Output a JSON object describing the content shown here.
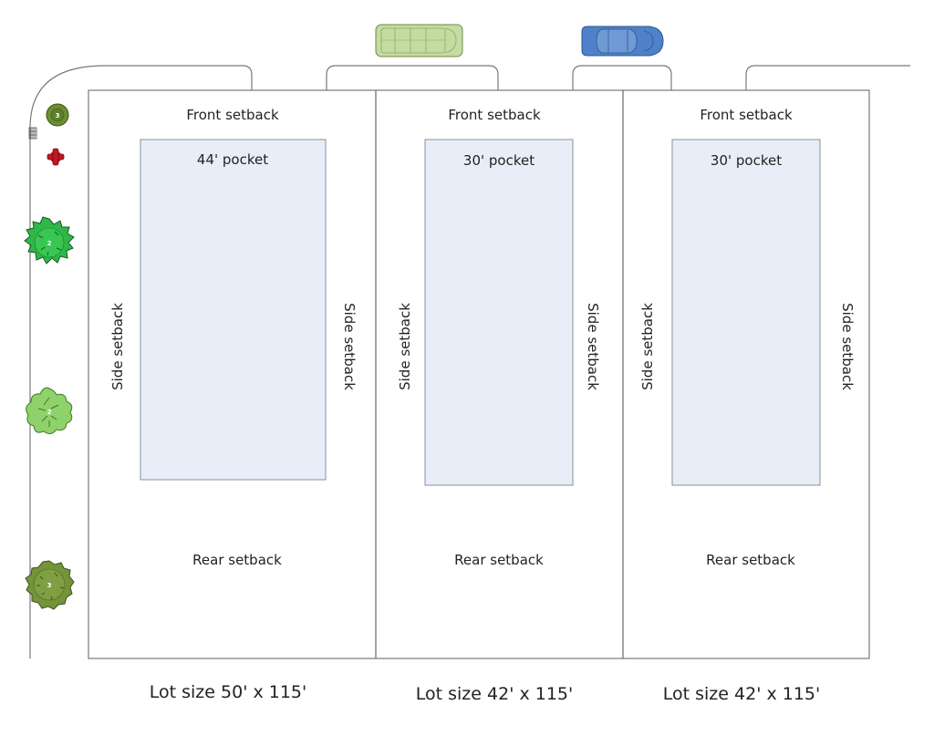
{
  "colors": {
    "lot_stroke": "#7a7a7a",
    "pocket_fill": "#e8eef8",
    "pocket_stroke": "#8a8f9a",
    "curb_stroke": "#7a7a7a",
    "van_body": "#c5dca0",
    "van_stroke": "#6f8a4a",
    "car_body": "#4f81c9",
    "car_stroke": "#2f5590",
    "hydrant": "#c0191f",
    "tree_small": "#6a8f32",
    "tree_bright": "#2fb74a",
    "tree_light": "#8fd16b",
    "tree_olive": "#74933a"
  },
  "lots": [
    {
      "front_label": "Front setback",
      "rear_label": "Rear setback",
      "left_side_label": "Side setback",
      "right_side_label": "Side setback",
      "pocket_label": "44' pocket",
      "size_label": "Lot size 50' x 115'"
    },
    {
      "front_label": "Front setback",
      "rear_label": "Rear setback",
      "left_side_label": "Side setback",
      "right_side_label": "Side setback",
      "pocket_label": "30' pocket",
      "size_label": "Lot size 42' x 115'"
    },
    {
      "front_label": "Front setback",
      "rear_label": "Rear setback",
      "left_side_label": "Side setback",
      "right_side_label": "Side setback",
      "pocket_label": "30' pocket",
      "size_label": "Lot size 42' x 115'"
    }
  ],
  "vehicles": [
    {
      "kind": "van",
      "icon": "van-icon"
    },
    {
      "kind": "car",
      "icon": "car-icon"
    }
  ],
  "street_objects": [
    {
      "kind": "tree",
      "icon": "small-tree-icon",
      "number": "3"
    },
    {
      "kind": "lamp",
      "icon": "street-lamp-icon"
    },
    {
      "kind": "hydrant",
      "icon": "fire-hydrant-icon"
    },
    {
      "kind": "tree",
      "icon": "bush-tree-icon",
      "number": "2"
    },
    {
      "kind": "tree",
      "icon": "leafy-tree-icon",
      "number": "2"
    },
    {
      "kind": "tree",
      "icon": "round-tree-icon",
      "number": "3"
    }
  ]
}
